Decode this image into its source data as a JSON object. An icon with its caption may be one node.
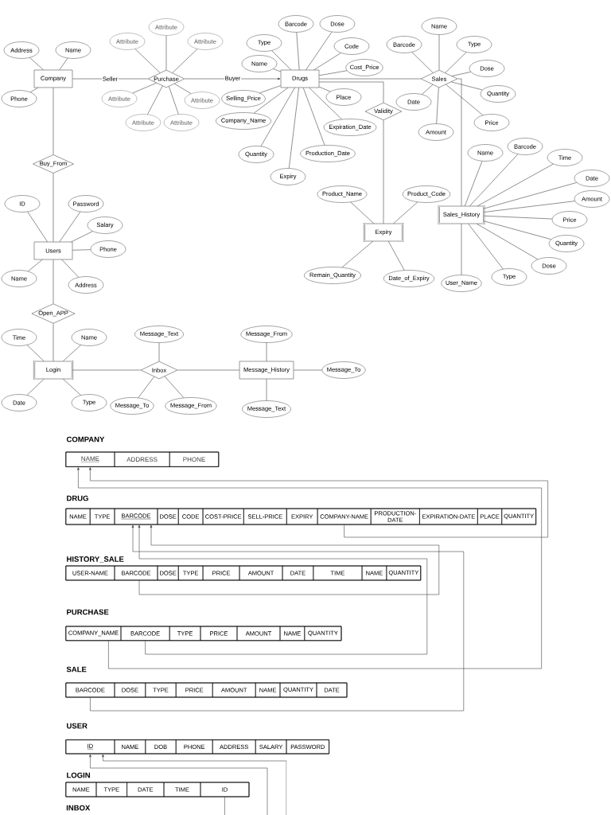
{
  "diagram": {
    "nodes": [
      {
        "text": [
          "Company"
        ]
      },
      {
        "text": [
          "Address"
        ]
      },
      {
        "text": [
          "Name"
        ]
      },
      {
        "text": [
          "Phone"
        ]
      },
      {
        "text": [
          "Purchase"
        ]
      },
      {
        "text": [
          "Attribute"
        ]
      },
      {
        "text": [
          "Attribute"
        ]
      },
      {
        "text": [
          "Attribute"
        ]
      },
      {
        "text": [
          "Attribute"
        ]
      },
      {
        "text": [
          "Attribute"
        ]
      },
      {
        "text": [
          "Attribute"
        ]
      },
      {
        "text": [
          "Attribute"
        ]
      },
      {
        "text": [
          "Drugs"
        ]
      },
      {
        "text": [
          "Type"
        ]
      },
      {
        "text": [
          "Barcode"
        ]
      },
      {
        "text": [
          "Dose"
        ]
      },
      {
        "text": [
          "Code"
        ]
      },
      {
        "text": [
          "Name"
        ]
      },
      {
        "text": [
          "Cost_Price"
        ]
      },
      {
        "text": [
          "Selling_Price"
        ]
      },
      {
        "text": [
          "Place"
        ]
      },
      {
        "text": [
          "Company_Name"
        ]
      },
      {
        "text": [
          "Expiration_Date"
        ]
      },
      {
        "text": [
          "Quantity"
        ]
      },
      {
        "text": [
          "Production_Date"
        ]
      },
      {
        "text": [
          "Expiry"
        ]
      },
      {
        "text": [
          "Sales"
        ]
      },
      {
        "text": [
          "Barcode"
        ]
      },
      {
        "text": [
          "Name"
        ]
      },
      {
        "text": [
          "Type"
        ]
      },
      {
        "text": [
          "Dose"
        ]
      },
      {
        "text": [
          "Quantity"
        ]
      },
      {
        "text": [
          "Date"
        ]
      },
      {
        "text": [
          "Amount"
        ]
      },
      {
        "text": [
          "Price"
        ]
      },
      {
        "text": [
          "Validity"
        ]
      },
      {
        "text": [
          "Buy_From"
        ]
      },
      {
        "text": [
          "Sales_History"
        ]
      },
      {
        "text": [
          "Name"
        ]
      },
      {
        "text": [
          "Barcode"
        ]
      },
      {
        "text": [
          "Time"
        ]
      },
      {
        "text": [
          "Date"
        ]
      },
      {
        "text": [
          "Amount"
        ]
      },
      {
        "text": [
          "Price"
        ]
      },
      {
        "text": [
          "Quantity"
        ]
      },
      {
        "text": [
          "Dose"
        ]
      },
      {
        "text": [
          "Type"
        ]
      },
      {
        "text": [
          "User_Name"
        ]
      },
      {
        "text": [
          "Product_Name"
        ]
      },
      {
        "text": [
          "Product_Code"
        ]
      },
      {
        "text": [
          "Expiry"
        ]
      },
      {
        "text": [
          "Remain_Quantity"
        ]
      },
      {
        "text": [
          "Date_of_Expiry"
        ]
      },
      {
        "text": [
          "ID"
        ]
      },
      {
        "text": [
          "Password"
        ]
      },
      {
        "text": [
          "Salary"
        ]
      },
      {
        "text": [
          "Users"
        ]
      },
      {
        "text": [
          "Phone"
        ]
      },
      {
        "text": [
          "Name"
        ]
      },
      {
        "text": [
          "Address"
        ]
      },
      {
        "text": [
          "Open_APP"
        ]
      },
      {
        "text": [
          "Time"
        ]
      },
      {
        "text": [
          "Name"
        ]
      },
      {
        "text": [
          "Message_Text"
        ]
      },
      {
        "text": [
          "Message_From"
        ]
      },
      {
        "text": [
          "Login"
        ]
      },
      {
        "text": [
          "Inbox"
        ]
      },
      {
        "text": [
          "Message_History"
        ]
      },
      {
        "text": [
          "Message_To"
        ]
      },
      {
        "text": [
          "Date"
        ]
      },
      {
        "text": [
          "Type"
        ]
      },
      {
        "text": [
          "Message_To"
        ]
      },
      {
        "text": [
          "Message_From"
        ]
      },
      {
        "text": [
          "Message_Text"
        ]
      },
      {
        "text": [
          "COMPANY"
        ]
      },
      {
        "text": [
          "NAME"
        ],
        "in": 74
      },
      {
        "text": [
          "ADDRESS"
        ],
        "in": 74
      },
      {
        "text": [
          "PHONE"
        ],
        "in": 74
      },
      {
        "text": [
          "DRUG"
        ]
      },
      {
        "text": [
          "NAME"
        ],
        "in": 78
      },
      {
        "text": [
          "TYPE"
        ],
        "in": 78
      },
      {
        "text": [
          "BARCODE"
        ],
        "in": 78
      },
      {
        "text": [
          "DOSE"
        ],
        "in": 78
      },
      {
        "text": [
          "CODE"
        ],
        "in": 78
      },
      {
        "text": [
          "COST-PRICE"
        ],
        "in": 78
      },
      {
        "text": [
          "SELL-PRICE"
        ],
        "in": 78
      },
      {
        "text": [
          "EXPIRY"
        ],
        "in": 78
      },
      {
        "text": [
          "COMPANY-NAME"
        ],
        "in": 78
      },
      {
        "text": [
          "PRODUCTION-DATE"
        ],
        "in": 78
      },
      {
        "text": [
          "EXPIRATION-DATE"
        ],
        "in": 78
      },
      {
        "text": [
          "PLACE"
        ],
        "in": 78
      },
      {
        "text": [
          "QUANTITY"
        ],
        "in": 78
      },
      {
        "text": [
          "HISTORY_SALE"
        ]
      },
      {
        "text": [
          "USER-NAME"
        ],
        "in": 92
      },
      {
        "text": [
          "BARCODE"
        ],
        "in": 92
      },
      {
        "text": [
          "DOSE"
        ],
        "in": 92
      },
      {
        "text": [
          "TYPE"
        ],
        "in": 92
      },
      {
        "text": [
          "PRICE"
        ],
        "in": 92
      },
      {
        "text": [
          "AMOUNT"
        ],
        "in": 92
      },
      {
        "text": [
          "DATE"
        ],
        "in": 92
      },
      {
        "text": [
          "TIME"
        ],
        "in": 92
      },
      {
        "text": [
          "NAME"
        ],
        "in": 92
      },
      {
        "text": [
          "QUANTITY"
        ],
        "in": 92
      },
      {
        "text": [
          "PURCHASE"
        ]
      },
      {
        "text": [
          "COMPANY_NAME"
        ],
        "in": 103
      },
      {
        "text": [
          "BARCODE"
        ],
        "in": 103
      },
      {
        "text": [
          "TYPE"
        ],
        "in": 103
      },
      {
        "text": [
          "PRICE"
        ],
        "in": 103
      },
      {
        "text": [
          "AMOUNT"
        ],
        "in": 103
      },
      {
        "text": [
          "NAME"
        ],
        "in": 103
      },
      {
        "text": [
          "QUANTITY"
        ],
        "in": 103
      },
      {
        "text": [
          "SALE"
        ]
      },
      {
        "text": [
          "BARCODE"
        ],
        "in": 111
      },
      {
        "text": [
          "DOSE"
        ],
        "in": 111
      },
      {
        "text": [
          "TYPE"
        ],
        "in": 111
      },
      {
        "text": [
          "PRICE"
        ],
        "in": 111
      },
      {
        "text": [
          "AMOUNT"
        ],
        "in": 111
      },
      {
        "text": [
          "NAME"
        ],
        "in": 111
      },
      {
        "text": [
          "QUANTITY"
        ],
        "in": 111
      },
      {
        "text": [
          "DATE"
        ],
        "in": 111
      },
      {
        "text": [
          "USER"
        ]
      },
      {
        "text": [
          "ID"
        ],
        "in": 120
      },
      {
        "text": [
          "NAME"
        ],
        "in": 120
      },
      {
        "text": [
          "DOB"
        ],
        "in": 120
      },
      {
        "text": [
          "PHONE"
        ],
        "in": 120
      },
      {
        "text": [
          "ADDRESS"
        ],
        "in": 120
      },
      {
        "text": [
          "SALARY"
        ],
        "in": 120
      },
      {
        "text": [
          "PASSWORD"
        ],
        "in": 120
      },
      {
        "text": [
          "LOGIN"
        ]
      },
      {
        "text": [
          "NAME"
        ],
        "in": 128
      },
      {
        "text": [
          "TYPE"
        ],
        "in": 128
      },
      {
        "text": [
          "DATE"
        ],
        "in": 128
      },
      {
        "text": [
          "TIME"
        ],
        "in": 128
      },
      {
        "text": [
          "ID"
        ],
        "in": 128
      }
    ],
    "edges": [
      {
        "from": 0,
        "to": 1,
        "arrow": "none"
      },
      {
        "from": 0,
        "to": 2,
        "arrow": "none"
      },
      {
        "from": 0,
        "to": 3,
        "arrow": "none"
      },
      {
        "from": 0,
        "to": 4,
        "arrow": "none",
        "label": "Seller"
      },
      {
        "from": 4,
        "to": 12,
        "arrow": "to",
        "label": "Buyer"
      },
      {
        "from": 4,
        "to": 5,
        "arrow": "none"
      },
      {
        "from": 4,
        "to": 6,
        "arrow": "none"
      },
      {
        "from": 4,
        "to": 7,
        "arrow": "none"
      },
      {
        "from": 4,
        "to": 8,
        "arrow": "none"
      },
      {
        "from": 4,
        "to": 9,
        "arrow": "none"
      },
      {
        "from": 4,
        "to": 10,
        "arrow": "none"
      },
      {
        "from": 4,
        "to": 11,
        "arrow": "none"
      },
      {
        "from": 12,
        "to": 13,
        "arrow": "none"
      },
      {
        "from": 12,
        "to": 14,
        "arrow": "none"
      },
      {
        "from": 12,
        "to": 15,
        "arrow": "none"
      },
      {
        "from": 12,
        "to": 16,
        "arrow": "none"
      },
      {
        "from": 12,
        "to": 17,
        "arrow": "none"
      },
      {
        "from": 12,
        "to": 18,
        "arrow": "none"
      },
      {
        "from": 12,
        "to": 19,
        "arrow": "none"
      },
      {
        "from": 12,
        "to": 20,
        "arrow": "none"
      },
      {
        "from": 12,
        "to": 21,
        "arrow": "none"
      },
      {
        "from": 12,
        "to": 22,
        "arrow": "none"
      },
      {
        "from": 12,
        "to": 23,
        "arrow": "none"
      },
      {
        "from": 12,
        "to": 24,
        "arrow": "none"
      },
      {
        "from": 12,
        "to": 25,
        "arrow": "none"
      },
      {
        "from": 12,
        "to": 26,
        "arrow": "none"
      },
      {
        "from": 26,
        "to": 27,
        "arrow": "none"
      },
      {
        "from": 26,
        "to": 28,
        "arrow": "none"
      },
      {
        "from": 26,
        "to": 29,
        "arrow": "none"
      },
      {
        "from": 26,
        "to": 30,
        "arrow": "none"
      },
      {
        "from": 26,
        "to": 31,
        "arrow": "none"
      },
      {
        "from": 26,
        "to": 32,
        "arrow": "none"
      },
      {
        "from": 26,
        "to": 33,
        "arrow": "none"
      },
      {
        "from": 26,
        "to": 34,
        "arrow": "none"
      },
      {
        "from": 26,
        "to": 37,
        "arrow": "none"
      },
      {
        "from": 37,
        "to": 38,
        "arrow": "none"
      },
      {
        "from": 37,
        "to": 39,
        "arrow": "none"
      },
      {
        "from": 37,
        "to": 40,
        "arrow": "none"
      },
      {
        "from": 37,
        "to": 41,
        "arrow": "none"
      },
      {
        "from": 37,
        "to": 42,
        "arrow": "none"
      },
      {
        "from": 37,
        "to": 43,
        "arrow": "none"
      },
      {
        "from": 37,
        "to": 44,
        "arrow": "none"
      },
      {
        "from": 37,
        "to": 45,
        "arrow": "none"
      },
      {
        "from": 37,
        "to": 46,
        "arrow": "none"
      },
      {
        "from": 37,
        "to": 47,
        "arrow": "none"
      },
      {
        "from": 12,
        "to": 35,
        "arrow": "none"
      },
      {
        "from": 35,
        "to": 50,
        "arrow": "none"
      },
      {
        "from": 50,
        "to": 48,
        "arrow": "none"
      },
      {
        "from": 50,
        "to": 49,
        "arrow": "none"
      },
      {
        "from": 50,
        "to": 51,
        "arrow": "none"
      },
      {
        "from": 50,
        "to": 52,
        "arrow": "none"
      },
      {
        "from": 0,
        "to": 36,
        "arrow": "none"
      },
      {
        "from": 36,
        "to": 56,
        "arrow": "none"
      },
      {
        "from": 56,
        "to": 53,
        "arrow": "none"
      },
      {
        "from": 56,
        "to": 54,
        "arrow": "none"
      },
      {
        "from": 56,
        "to": 55,
        "arrow": "none"
      },
      {
        "from": 56,
        "to": 57,
        "arrow": "none"
      },
      {
        "from": 56,
        "to": 58,
        "arrow": "none"
      },
      {
        "from": 56,
        "to": 59,
        "arrow": "none"
      },
      {
        "from": 56,
        "to": 60,
        "arrow": "none"
      },
      {
        "from": 60,
        "to": 65,
        "arrow": "none"
      },
      {
        "from": 65,
        "to": 61,
        "arrow": "none"
      },
      {
        "from": 65,
        "to": 62,
        "arrow": "none"
      },
      {
        "from": 65,
        "to": 69,
        "arrow": "none"
      },
      {
        "from": 65,
        "to": 70,
        "arrow": "none"
      },
      {
        "from": 65,
        "to": 66,
        "arrow": "none"
      },
      {
        "from": 66,
        "to": 63,
        "arrow": "none"
      },
      {
        "from": 66,
        "to": 71,
        "arrow": "none"
      },
      {
        "from": 66,
        "to": 72,
        "arrow": "none"
      },
      {
        "from": 66,
        "to": 67,
        "arrow": "none"
      },
      {
        "from": 67,
        "to": 64,
        "arrow": "none"
      },
      {
        "from": 67,
        "to": 68,
        "arrow": "none"
      },
      {
        "from": 67,
        "to": 73,
        "arrow": "none"
      },
      {
        "from": 87,
        "to": 75,
        "arrow": "to"
      },
      {
        "from": 104,
        "to": 75,
        "arrow": "to"
      },
      {
        "from": 94,
        "to": 81,
        "arrow": "to"
      },
      {
        "from": 105,
        "to": 81,
        "arrow": "to"
      },
      {
        "from": 112,
        "to": 81,
        "arrow": "to"
      },
      {
        "from": null,
        "to": 121,
        "arrow": "to"
      },
      {
        "from": null,
        "to": 121,
        "arrow": "to"
      },
      {
        "from": 133,
        "to": null,
        "arrow": "none"
      }
    ],
    "labels": [
      "INBOX"
    ]
  }
}
